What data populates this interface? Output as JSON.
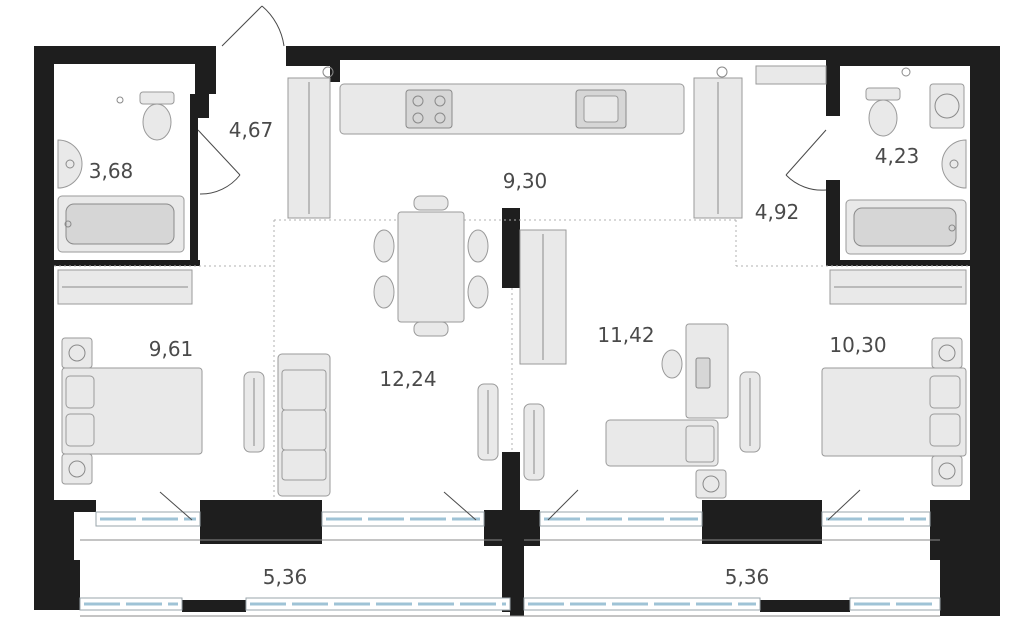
{
  "floor_plan": {
    "rooms": [
      {
        "id": "bathroom-left",
        "area": "3,68"
      },
      {
        "id": "hallway-left",
        "area": "4,67"
      },
      {
        "id": "kitchen",
        "area": "9,30"
      },
      {
        "id": "hallway-right",
        "area": "4,92"
      },
      {
        "id": "bathroom-right",
        "area": "4,23"
      },
      {
        "id": "bedroom-left",
        "area": "9,61"
      },
      {
        "id": "living-room",
        "area": "12,24"
      },
      {
        "id": "study",
        "area": "11,42"
      },
      {
        "id": "bedroom-right",
        "area": "10,30"
      },
      {
        "id": "balcony-left",
        "area": "5,36"
      },
      {
        "id": "balcony-right",
        "area": "5,36"
      }
    ]
  }
}
